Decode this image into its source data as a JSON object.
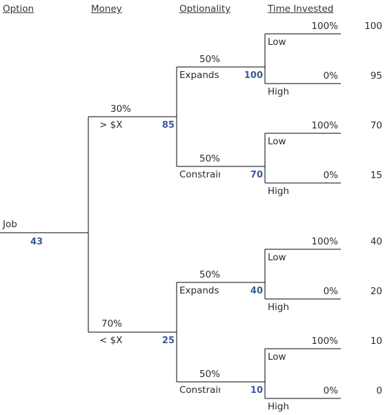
{
  "headers": {
    "option": "Option",
    "money": "Money",
    "optionality": "Optionality",
    "time_invested": "Time Invested"
  },
  "root": {
    "label": "Job",
    "value": "43"
  },
  "money": {
    "high": {
      "prob": "30%",
      "label": "> $X",
      "value": "85"
    },
    "low": {
      "prob": "70%",
      "label": "< $X",
      "value": "25"
    }
  },
  "optionality": {
    "high_expands": {
      "prob": "50%",
      "label": "Expands",
      "value": "100"
    },
    "high_constrain": {
      "prob": "50%",
      "label": "Constrain",
      "value": "70"
    },
    "low_expands": {
      "prob": "50%",
      "label": "Expands",
      "value": "40"
    },
    "low_constrain": {
      "prob": "50%",
      "label": "Constrain",
      "value": "10"
    }
  },
  "time": {
    "low_label": "Low",
    "high_label": "High",
    "low_prob": "100%",
    "high_prob": "0%"
  },
  "outcomes": [
    "100",
    "95",
    "70",
    "15",
    "40",
    "20",
    "10",
    "0"
  ],
  "colors": {
    "value": "#3a5a9a",
    "line": "#000000"
  }
}
